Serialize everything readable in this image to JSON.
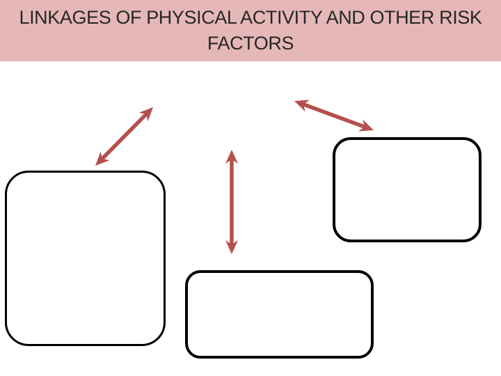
{
  "slide": {
    "title": {
      "full": "LINKAGES OF PHYSICAL ACTIVITY AND OTHER RISK FACTORS",
      "line1": "LINKAGES OF PHYSICAL ACTIVITY AND OTHER RISK",
      "line2": "FACTORS"
    }
  },
  "colors": {
    "header_bg": "#e5b8b7",
    "title_text": "#262626",
    "arrow": "#b5504d",
    "box_border": "#000000",
    "canvas_bg": "#ffffff"
  },
  "diagram": {
    "boxes": [
      {
        "id": "left-box",
        "label": ""
      },
      {
        "id": "top-right-box",
        "label": ""
      },
      {
        "id": "bottom-box",
        "label": ""
      }
    ],
    "arrows": [
      {
        "id": "arrow-diagonal-left",
        "style": "double-headed",
        "orientation": "diagonal up-right, above left box"
      },
      {
        "id": "arrow-vertical",
        "style": "double-headed",
        "orientation": "vertical, above bottom box"
      },
      {
        "id": "arrow-diagonal-right",
        "style": "double-headed",
        "orientation": "diagonal down-right, above top-right box"
      }
    ]
  }
}
